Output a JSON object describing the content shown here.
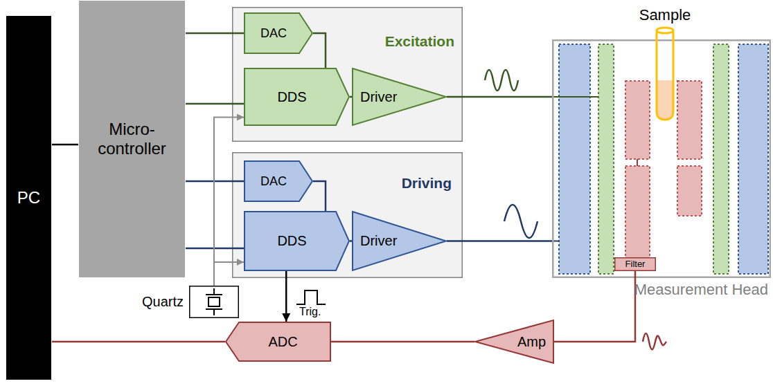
{
  "diagram": {
    "nodes": [
      {
        "text": [
          "PC"
        ]
      },
      {
        "text": [
          "Micro-controller"
        ]
      },
      {
        "text": [
          "Excitation"
        ]
      },
      {
        "text": [
          "DAC"
        ],
        "in": 2
      },
      {
        "text": [
          "DDS"
        ],
        "in": 2
      },
      {
        "text": [
          "Driver"
        ],
        "in": 2
      },
      {
        "text": [
          "Driving"
        ]
      },
      {
        "text": [
          "DAC"
        ],
        "in": 6
      },
      {
        "text": [
          "DDS"
        ],
        "in": 6
      },
      {
        "text": [
          "Driver"
        ],
        "in": 6
      },
      {
        "text": [
          "Measurement Head"
        ]
      },
      {
        "text": [
          "Sample"
        ],
        "in": 10
      },
      {
        "text": [
          "Filter"
        ],
        "in": 10
      },
      {
        "text": [
          "Quartz"
        ]
      },
      {
        "text": [
          "ADC"
        ]
      },
      {
        "text": [
          "Amp"
        ]
      }
    ],
    "edges": [
      {
        "from": 0,
        "to": 1,
        "arrow": "none"
      },
      {
        "from": 1,
        "to": 3,
        "arrow": "none"
      },
      {
        "from": 1,
        "to": 4,
        "arrow": "none"
      },
      {
        "from": 1,
        "to": 7,
        "arrow": "none"
      },
      {
        "from": 1,
        "to": 8,
        "arrow": "none"
      },
      {
        "from": 3,
        "to": 4,
        "arrow": "none"
      },
      {
        "from": 4,
        "to": 5,
        "arrow": "none"
      },
      {
        "from": 5,
        "to": 10,
        "arrow": "none"
      },
      {
        "from": 7,
        "to": 8,
        "arrow": "none"
      },
      {
        "from": 8,
        "to": 9,
        "arrow": "none"
      },
      {
        "from": 9,
        "to": 10,
        "arrow": "none"
      },
      {
        "from": 13,
        "to": 4,
        "arrow": "to"
      },
      {
        "from": 13,
        "to": 8,
        "arrow": "to"
      },
      {
        "from": 8,
        "to": 14,
        "arrow": "to"
      },
      {
        "from": 12,
        "to": 15,
        "arrow": "none"
      },
      {
        "from": 15,
        "to": 14,
        "arrow": "none"
      },
      {
        "from": 14,
        "to": 0,
        "arrow": "none"
      }
    ],
    "labels": [
      "Trig."
    ]
  }
}
